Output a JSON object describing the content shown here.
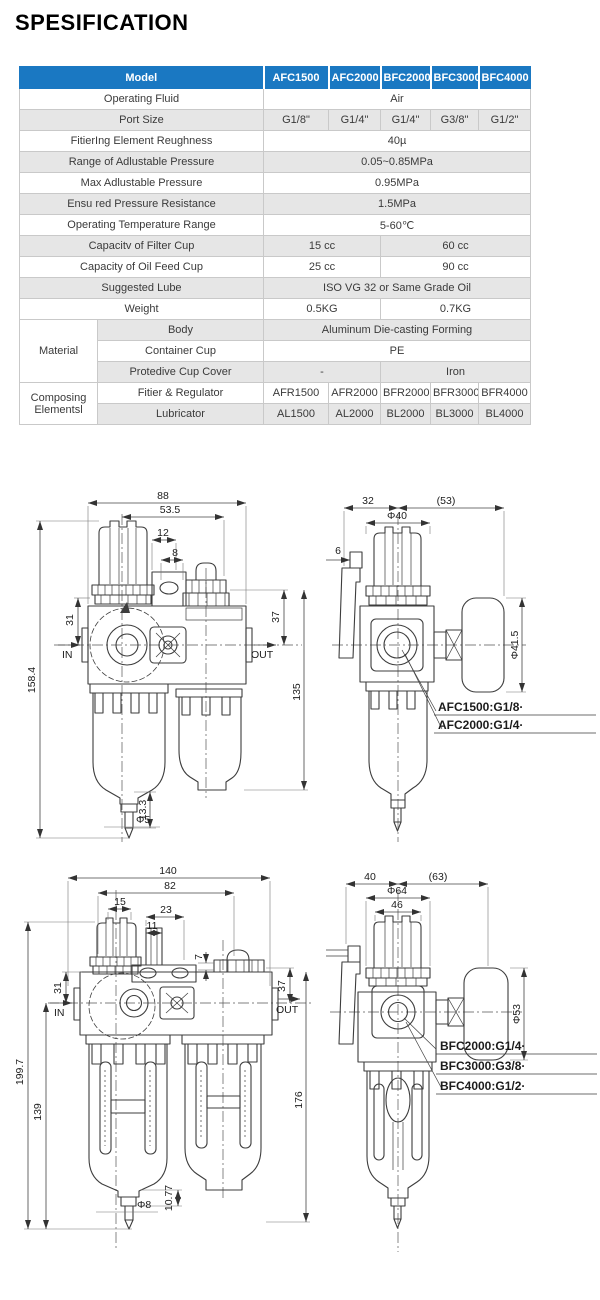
{
  "title": "SPESIFICATION",
  "table": {
    "header": {
      "model_label": "Model",
      "models": [
        "AFC1500",
        "AFC2000",
        "BFC2000",
        "BFC3000",
        "BFC4000"
      ]
    },
    "rows": {
      "operating_fluid": {
        "label": "Operating Fluid",
        "value": "Air"
      },
      "port_size": {
        "label": "Port Size",
        "values": [
          "G1/8\"",
          "G1/4\"",
          "G1/4\"",
          "G3/8\"",
          "G1/2\""
        ]
      },
      "filtering": {
        "label": "FitierIng Element Reughness",
        "value": "40µ"
      },
      "range_pressure": {
        "label": "Range of Adlustable Pressure",
        "value": "0.05~0.85MPa"
      },
      "max_pressure": {
        "label": "Max Adlustable Pressure",
        "value": "0.95MPa"
      },
      "pressure_resistance": {
        "label": "Ensu red Pressure Resistance",
        "value": "1.5MPa"
      },
      "temperature": {
        "label": "Operating Temperature Range",
        "value": "5-60℃"
      },
      "filter_cup": {
        "label": "Capacitv of Filter Cup",
        "value_a": "15 cc",
        "value_b": "60 cc"
      },
      "oil_cup": {
        "label": "Capacity of Oil Feed Cup",
        "value_a": "25 cc",
        "value_b": "90 cc"
      },
      "lube": {
        "label": "Suggested Lube",
        "value": "ISO VG 32 or Same Grade Oil"
      },
      "weight": {
        "label": "Weight",
        "value_a": "0.5KG",
        "value_b": "0.7KG"
      },
      "material": {
        "label": "Material",
        "body": {
          "label": "Body",
          "value": "Aluminum Die-casting Forming"
        },
        "cup": {
          "label": "Container Cup",
          "value": "PE"
        },
        "cover": {
          "label": "Protedive Cup Cover",
          "value_a": "-",
          "value_b": "Iron"
        }
      },
      "composing": {
        "label": "Composing Elementsl",
        "regulator": {
          "label": "Fitier & Regulator",
          "values": [
            "AFR1500",
            "AFR2000",
            "BFR2000",
            "BFR3000",
            "BFR4000"
          ]
        },
        "lubricator": {
          "label": "Lubricator",
          "values": [
            "AL1500",
            "AL2000",
            "BL2000",
            "BL3000",
            "BL4000"
          ]
        }
      }
    }
  },
  "drawing1": {
    "front": {
      "w_total": "88",
      "w_upper": "53.5",
      "w_tab": "12",
      "w_hole": "8",
      "h_total": "158.4",
      "h_in": "31",
      "h_lub": "37",
      "h_body": "135",
      "h_drain": "13.3",
      "d_drain": "Φ5",
      "in": "IN",
      "out": "OUT"
    },
    "side": {
      "w_bracket": "32",
      "w_gauge": "(53)",
      "d_knob": "Φ40",
      "w_tab": "6",
      "d_gauge": "Φ41.5",
      "notes": [
        "AFC1500:G1/8·",
        "AFC2000:G1/4·"
      ]
    }
  },
  "drawing2": {
    "front": {
      "w_total": "140",
      "w_upper": "82",
      "w_knob": "15",
      "w_oiler": "23",
      "w_oiler2": "11",
      "h_flange": "7",
      "h_total": "199.7",
      "h_in": "31",
      "h_low": "139",
      "h_lub": "37",
      "h_body": "176",
      "h_drain": "10.77",
      "d_drain": "Φ8",
      "in": "IN",
      "out": "OUT"
    },
    "side": {
      "w_bracket": "40",
      "w_gauge": "(63)",
      "d_knob": "Φ64",
      "w_knob2": "46",
      "d_gauge": "Φ53",
      "notes": [
        "BFC2000:G1/4·",
        "BFC3000:G3/8·",
        "BFC4000:G1/2·"
      ]
    }
  }
}
